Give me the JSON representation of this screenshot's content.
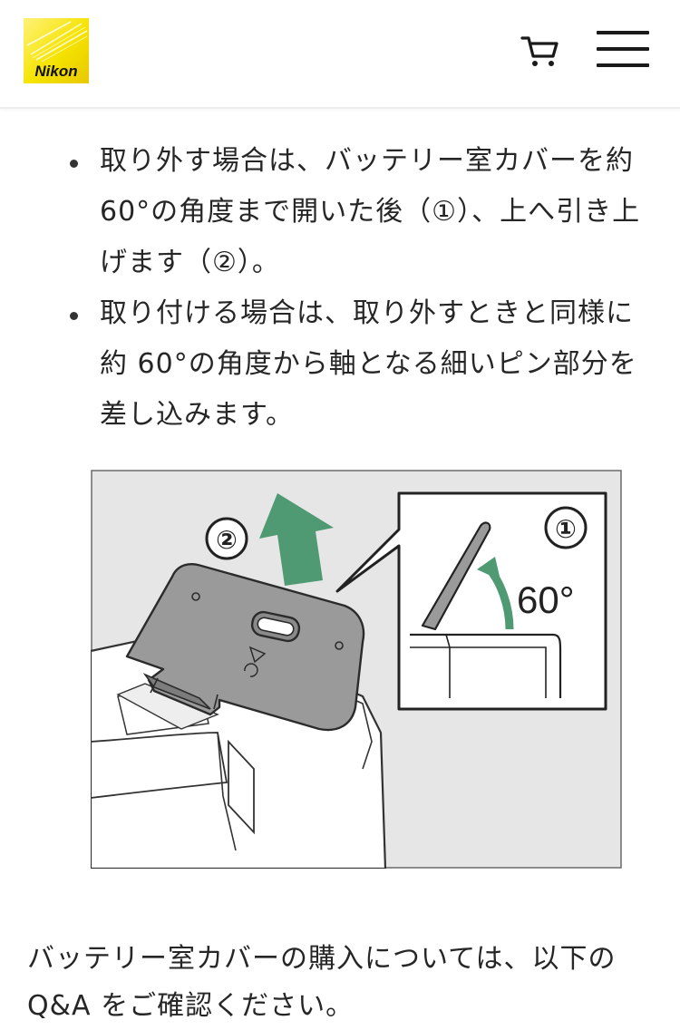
{
  "header": {
    "logo_text": "Nikon",
    "cart_icon": "cart-icon",
    "menu_icon": "hamburger-menu-icon"
  },
  "instructions": [
    "取り外す場合は、バッテリー室カバーを約60°の角度まで開いた後（①）、上へ引き上げます（②）。",
    "取り付ける場合は、取り外すときと同様に約 60°の角度から軸となる細いピン部分を差し込みます。"
  ],
  "figure": {
    "step1_label": "①",
    "step2_label": "②",
    "angle_label": "60°"
  },
  "outro": {
    "text_before": "バッテリー室カバーの購入については、以下の",
    "qa_link": "Q&A",
    "text_after": " をご確認ください。"
  },
  "colors": {
    "arrow_green": "#4f9a72",
    "logo_yellow": "#f5e300",
    "figure_bg": "#e6e6e6"
  }
}
